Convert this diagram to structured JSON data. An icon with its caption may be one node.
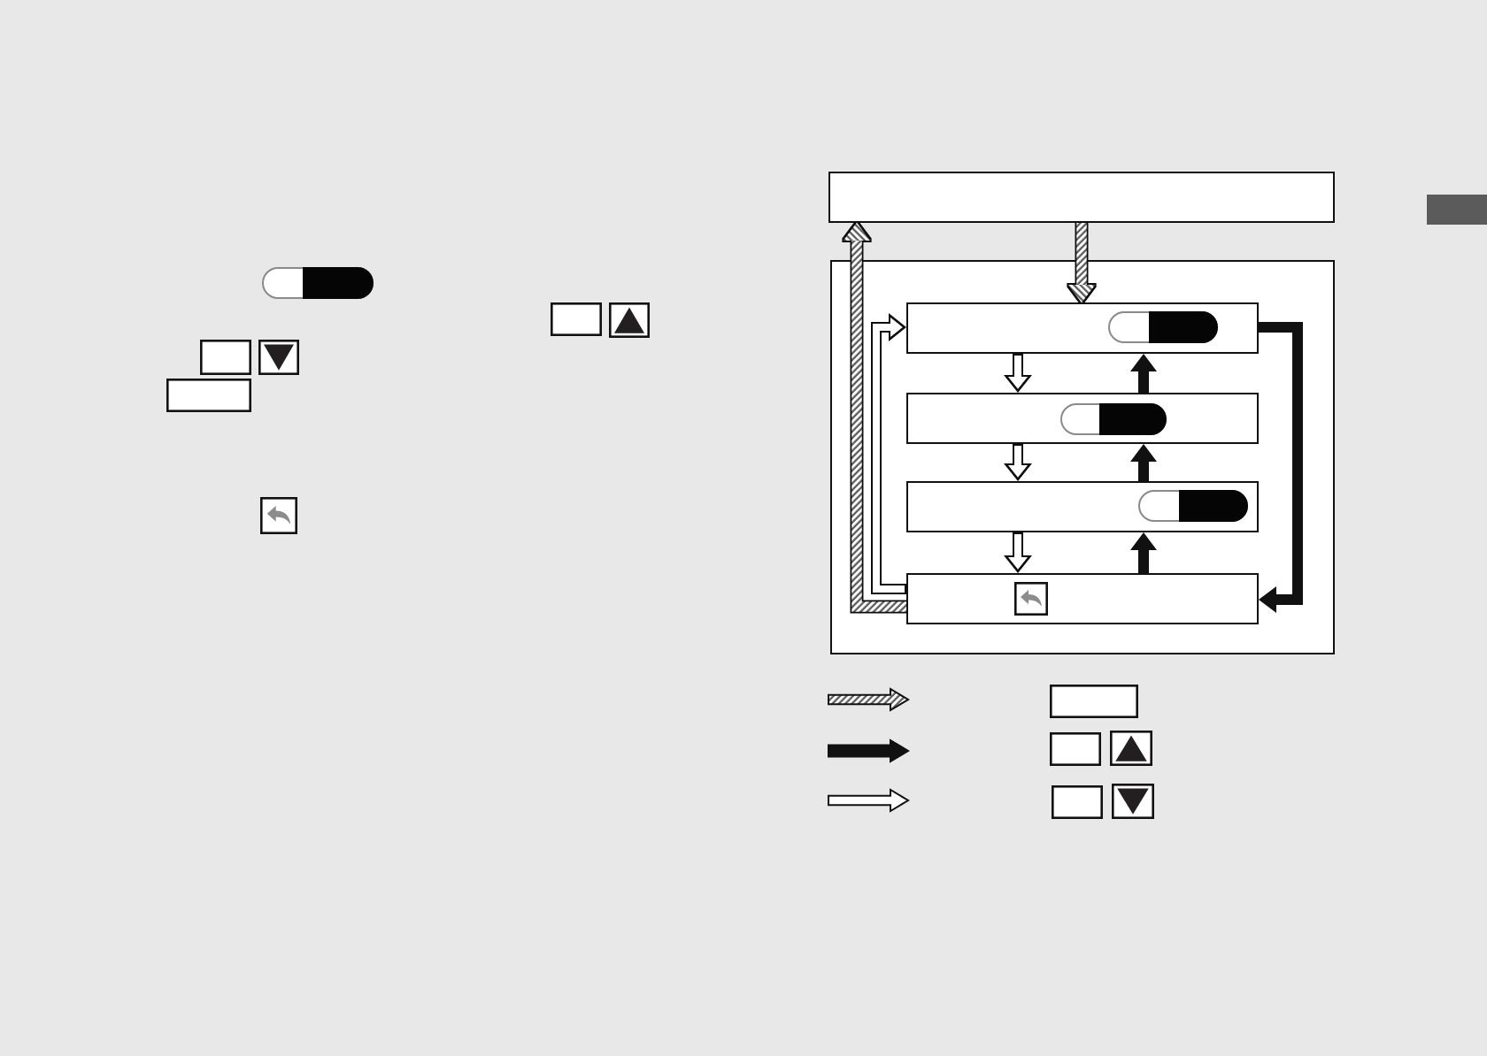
{
  "diagram": {
    "nodes": [
      {
        "text": [],
        "shape": "box"
      },
      {
        "text": [],
        "shape": "box"
      },
      {
        "text": [],
        "shape": "box",
        "in": 1
      },
      {
        "text": [],
        "shape": "box",
        "in": 1
      },
      {
        "text": [],
        "shape": "box",
        "in": 1
      },
      {
        "text": [],
        "shape": "box",
        "in": 1
      }
    ],
    "edges": [
      {
        "from": 0,
        "to": 2,
        "arrow": "to",
        "color": "#555555"
      },
      {
        "from": 5,
        "to": 0,
        "arrow": "to",
        "color": "#555555"
      },
      {
        "from": 2,
        "to": 3,
        "arrow": "to"
      },
      {
        "from": 3,
        "to": 4,
        "arrow": "to"
      },
      {
        "from": 4,
        "to": 5,
        "arrow": "to"
      },
      {
        "from": 5,
        "to": 2,
        "arrow": "to"
      },
      {
        "from": 3,
        "to": 2,
        "arrow": "to",
        "color": "#111111"
      },
      {
        "from": 4,
        "to": 3,
        "arrow": "to",
        "color": "#111111"
      },
      {
        "from": 5,
        "to": 4,
        "arrow": "to",
        "color": "#111111"
      },
      {
        "from": 2,
        "to": 5,
        "arrow": "to",
        "color": "#111111"
      }
    ]
  }
}
